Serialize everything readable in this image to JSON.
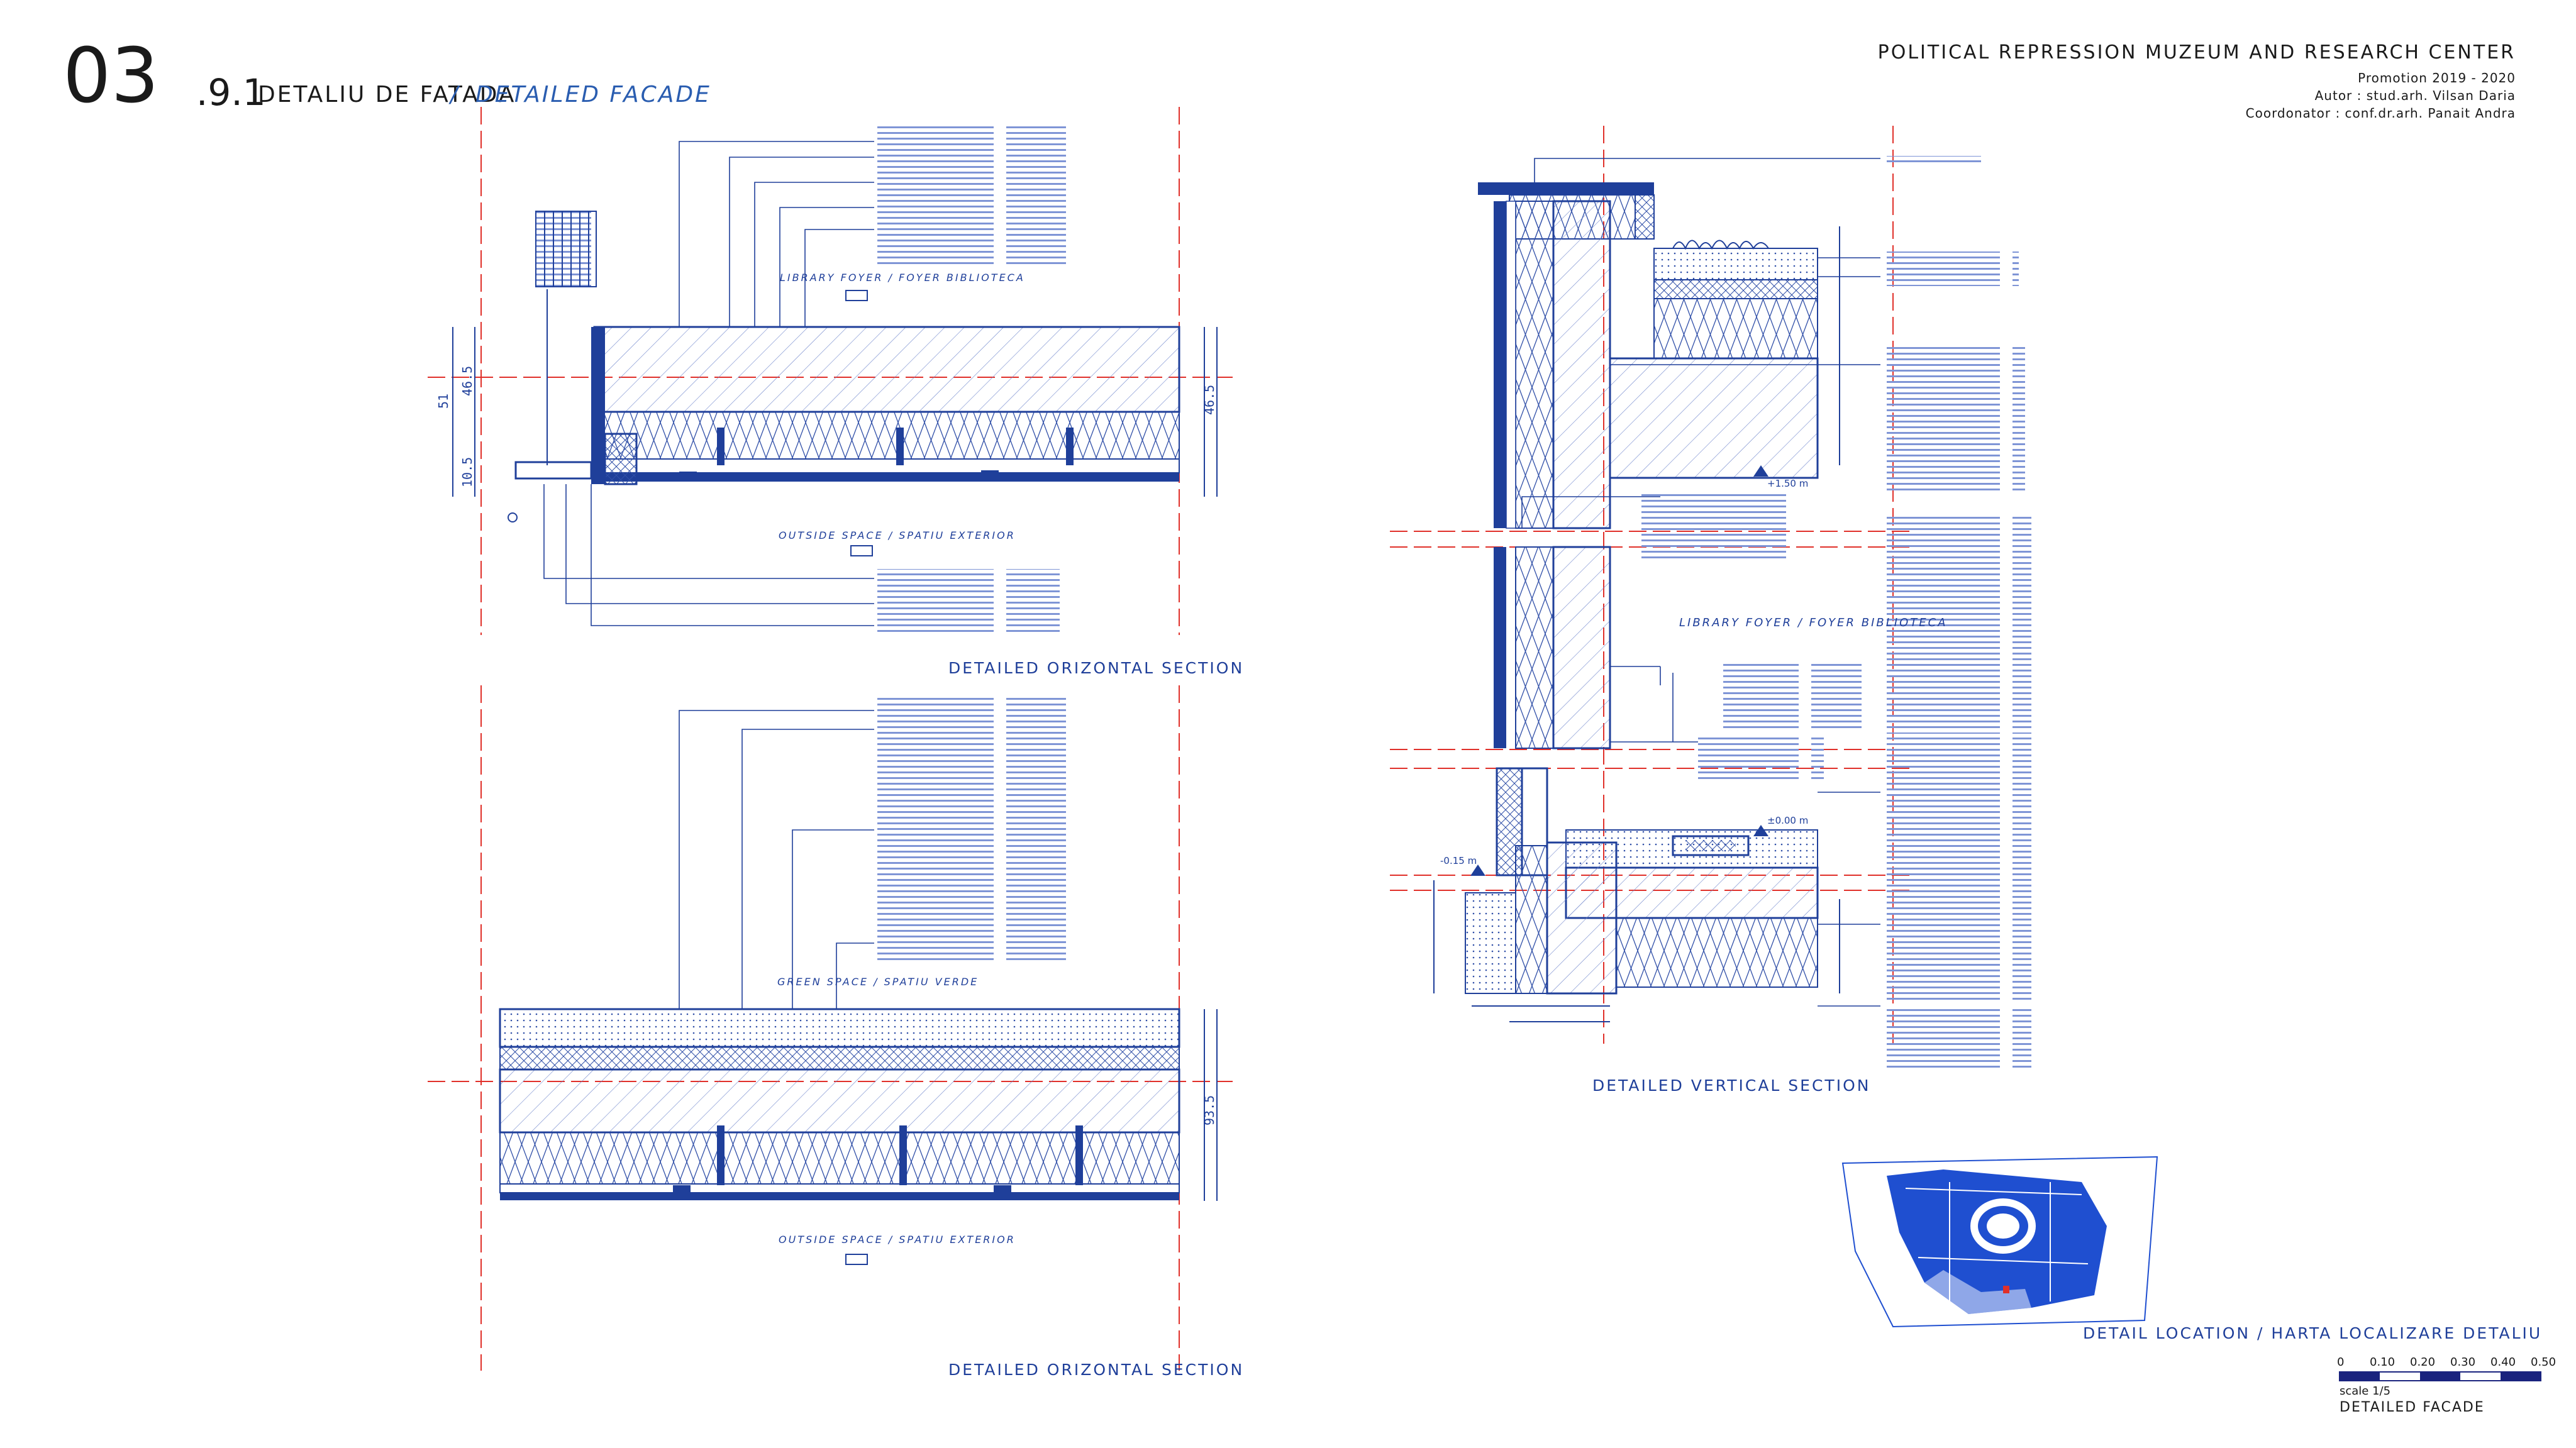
{
  "title": {
    "number": "03",
    "sub": ".9.1",
    "ro": "DETALIU DE FATADA",
    "separator": "/",
    "en": "DETAILED FACADE"
  },
  "header": {
    "project": "POLITICAL REPRESSION MUZEUM AND RESEARCH CENTER",
    "promotion": "Promotion 2019 - 2020",
    "author": "Autor : stud.arh. Vilsan Daria",
    "coordinator": "Coordonator : conf.dr.arh. Panait Andra"
  },
  "sections": {
    "horizontal_top": "DETAILED ORIZONTAL SECTION",
    "horizontal_bottom": "DETAILED ORIZONTAL SECTION",
    "vertical": "DETAILED VERTICAL SECTION",
    "location": "DETAIL LOCATION / HARTA LOCALIZARE DETALIU"
  },
  "rooms": {
    "foyer_top": "LIBRARY FOYER / FOYER BIBLIOTECA",
    "outside_top": "OUTSIDE SPACE / SPATIU EXTERIOR",
    "green": "GREEN SPACE / SPATIU VERDE",
    "outside_bottom": "OUTSIDE SPACE / SPATIU EXTERIOR",
    "foyer_vertical": "LIBRARY FOYER / FOYER BIBLIOTECA"
  },
  "levels": {
    "upper": "+1.50 m",
    "ground": "±0.00 m",
    "exterior": "-0.15 m"
  },
  "scale": {
    "ticks": [
      "0",
      "0.10",
      "0.20",
      "0.30",
      "0.40",
      "0.50"
    ],
    "label": "scale 1/5",
    "name": "DETAILED FACADE"
  },
  "colors": {
    "ink": "#1f3f9a",
    "hatch": "#5a74c4",
    "axis": "#e0302a",
    "map": "#1f4fd0"
  }
}
